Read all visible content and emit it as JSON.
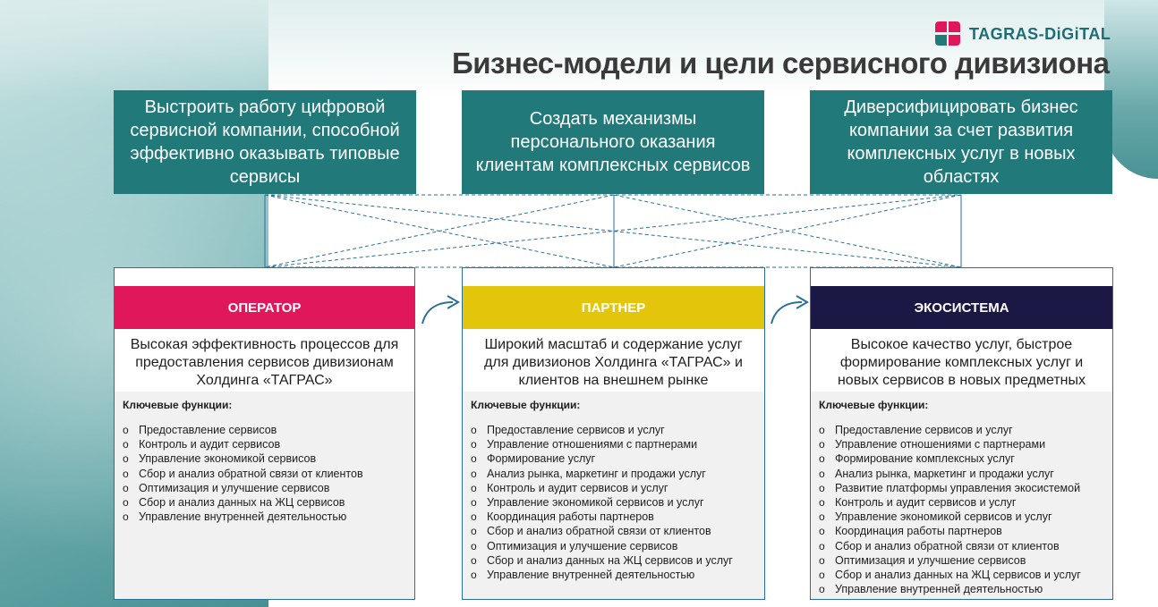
{
  "header": {
    "logo_text": "TAGRAS-DiGiTAL",
    "title": "Бизнес-модели и цели сервисного дивизиона"
  },
  "goals": [
    {
      "text": "Выстроить работу цифровой сервисной компании, способной эффективно оказывать типовые сервисы"
    },
    {
      "text": "Создать механизмы персонального оказания клиентам комплексных сервисов"
    },
    {
      "text": "Диверсифицировать бизнес компании за счет развития комплексных услуг в новых областях"
    }
  ],
  "models": [
    {
      "name": "ОПЕРАТОР",
      "color": "#e0185b",
      "description": "Высокая эффективность процессов для предоставления сервисов дивизионам Холдинга «ТАГРАС»",
      "functions_label": "Ключевые функции:",
      "functions": [
        "Предоставление сервисов",
        "Контроль и аудит сервисов",
        "Управление экономикой сервисов",
        "Сбор и анализ обратной связи от клиентов",
        "Оптимизация и улучшение сервисов",
        "Сбор и анализ данных на ЖЦ сервисов",
        "Управление внутренней деятельностью"
      ]
    },
    {
      "name": "ПАРТНЕР",
      "color": "#e3c60b",
      "description": "Широкий масштаб и содержание услуг для дивизионов Холдинга «ТАГРАС» и клиентов на внешнем рынке",
      "functions_label": "Ключевые функции:",
      "functions": [
        "Предоставление сервисов и услуг",
        "Управление отношениями с партнерами",
        "Формирование услуг",
        "Анализ рынка, маркетинг и продажи услуг",
        "Контроль и аудит сервисов и услуг",
        "Управление экономикой сервисов и услуг",
        "Координация работы партнеров",
        "Сбор и анализ обратной связи от клиентов",
        "Оптимизация и улучшение сервисов",
        "Сбор и анализ данных на ЖЦ сервисов и услуг",
        "Управление внутренней деятельностью"
      ]
    },
    {
      "name": "ЭКОСИСТЕМА",
      "color": "#1b1846",
      "description": "Высокое качество услуг, быстрое формирование комплексных услуг и новых сервисов в новых предметных",
      "functions_label": "Ключевые функции:",
      "functions": [
        "Предоставление сервисов и услуг",
        "Управление отношениями с партнерами",
        "Формирование комплексных услуг",
        "Анализ рынка, маркетинг и продажи услуг",
        "Развитие платформы управления экосистемой",
        "Контроль и аудит сервисов и услуг",
        "Управление экономикой сервисов и услуг",
        "Координация работы партнеров",
        "Сбор и анализ обратной связи от клиентов",
        "Оптимизация и улучшение сервисов",
        "Сбор и анализ данных на ЖЦ сервисов и услуг",
        "Управление внутренней деятельностью"
      ]
    }
  ]
}
